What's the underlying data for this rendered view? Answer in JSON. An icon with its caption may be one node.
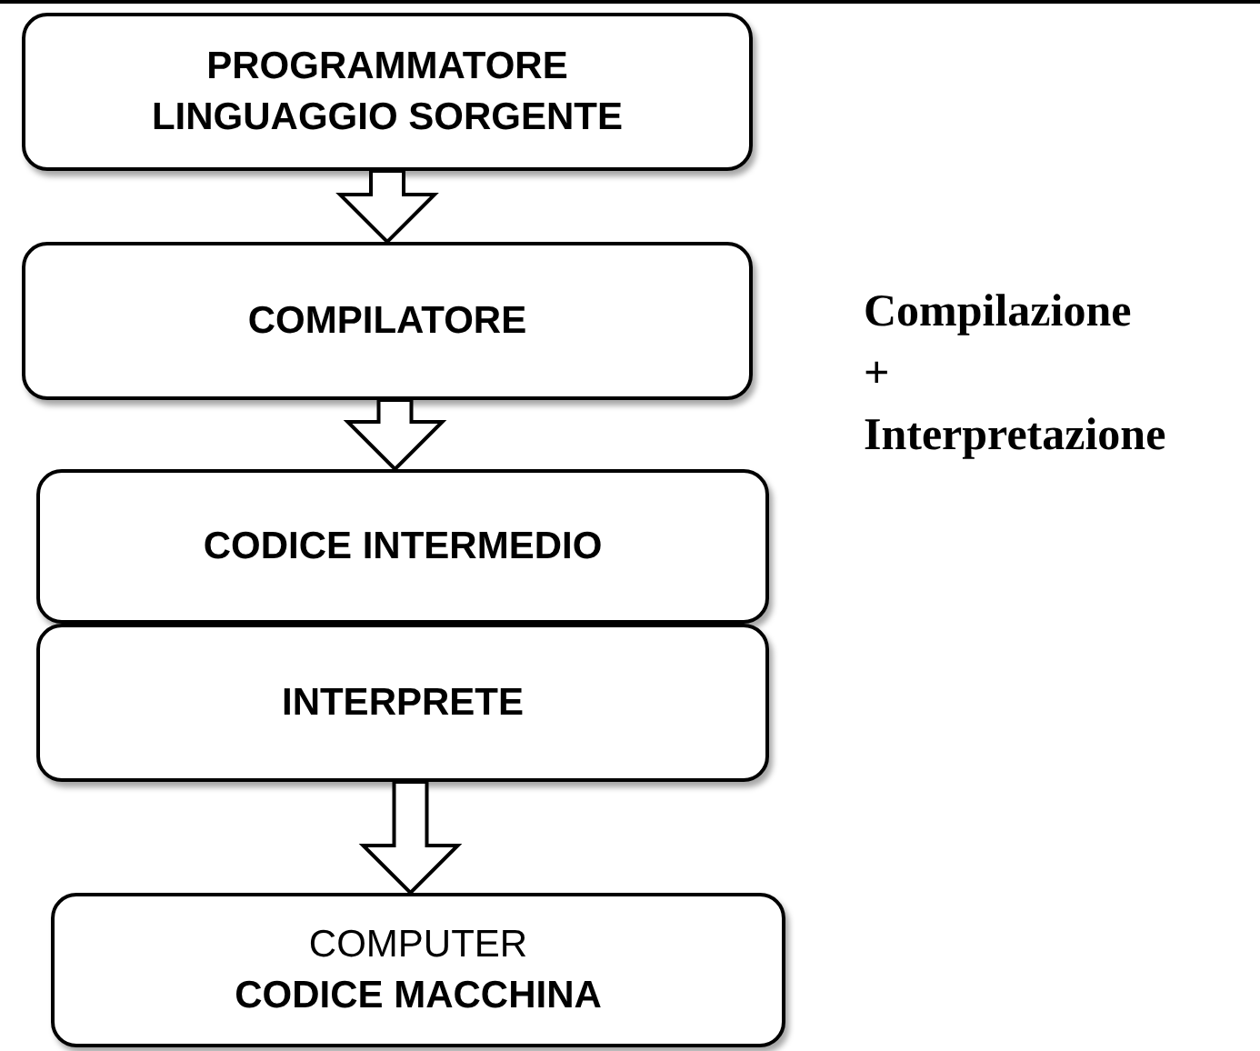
{
  "diagram": {
    "nodes": [
      {
        "text": [
          "PROGRAMMATORE LINGUAGGIO SORGENTE"
        ]
      },
      {
        "text": [
          "COMPILATORE"
        ]
      },
      {
        "text": [
          "CODICE INTERMEDIO"
        ]
      },
      {
        "text": [
          "INTERPRETE"
        ]
      },
      {
        "text": [
          "COMPUTER",
          "CODICE MACCHINA"
        ]
      }
    ],
    "edges": [
      {
        "from": 0,
        "to": 1,
        "arrow": "to"
      },
      {
        "from": 1,
        "to": 2,
        "arrow": "to"
      },
      {
        "from": 3,
        "to": 4,
        "arrow": "to"
      }
    ],
    "labels": [
      "Compilazione + Interpretazione"
    ]
  }
}
